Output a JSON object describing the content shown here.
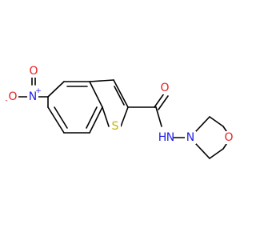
{
  "colors": {
    "bond": "#000000",
    "N": "#1f1fe6",
    "O": "#e61f1f",
    "S": "#c9b300",
    "background": "#ffffff"
  },
  "atoms": {
    "nitro_O_left": "O",
    "nitro_O_left_charge": "-",
    "nitro_N": "N",
    "nitro_N_charge": "+",
    "nitro_O_top": "O",
    "ring_S": "S",
    "carbonyl_O": "O",
    "amide_N": "N",
    "amide_H": "H",
    "morpholine_N": "N",
    "morpholine_O": "O"
  }
}
